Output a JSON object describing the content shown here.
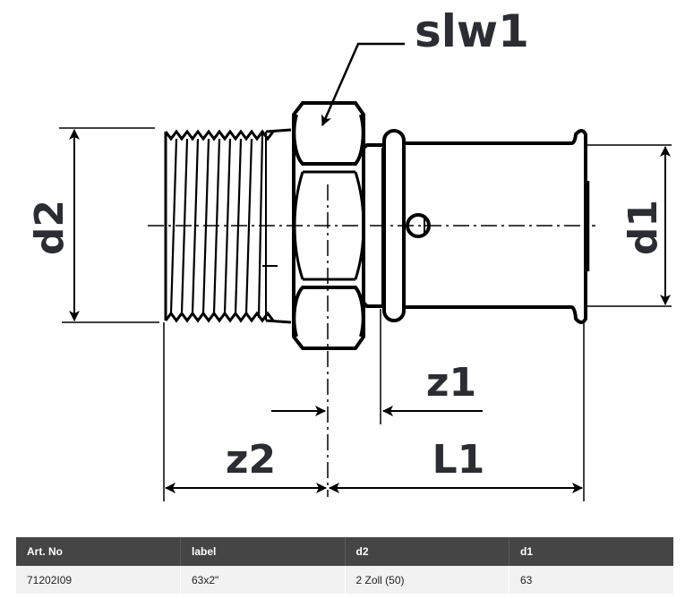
{
  "diagram": {
    "title": "Press fitting with male thread and union nut",
    "labels": {
      "slw": "slw1",
      "d2": "d2",
      "d1": "d1",
      "z1": "z1",
      "z2": "z2",
      "L1": "L1"
    },
    "colors": {
      "line": "#000000",
      "label": "#2b2d33"
    }
  },
  "table": {
    "headers": [
      "Art. No",
      "label",
      "d2",
      "d1"
    ],
    "rows": [
      [
        "71202I09",
        "63x2\"",
        "2 Zoll (50)",
        "63"
      ]
    ],
    "colors": {
      "header_bg": "#454545",
      "header_text": "#ffffff",
      "row_bg": "#f2f2f2",
      "row_text": "#222222"
    }
  }
}
